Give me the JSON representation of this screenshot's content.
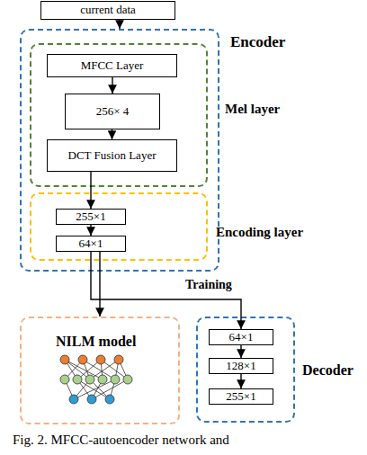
{
  "diagram": {
    "caption": "Fig. 2. MFCC-autoencoder network and",
    "nodes": [
      {
        "text": [
          "current data"
        ]
      },
      {
        "text": [
          "Encoder"
        ]
      },
      {
        "text": [
          "Mel layer"
        ],
        "in": 1
      },
      {
        "text": [
          "MFCC Layer"
        ],
        "in": 2
      },
      {
        "text": [
          "256× 4"
        ],
        "in": 2
      },
      {
        "text": [
          "DCT Fusion Layer"
        ],
        "in": 2
      },
      {
        "text": [
          "Encoding layer"
        ],
        "in": 1
      },
      {
        "text": [
          "255×1"
        ],
        "in": 6
      },
      {
        "text": [
          "64×1"
        ],
        "in": 6
      },
      {
        "text": [
          "NILM model"
        ]
      },
      {
        "text": [
          "Decoder"
        ]
      },
      {
        "text": [
          "64×1"
        ],
        "in": 10
      },
      {
        "text": [
          "128×1"
        ],
        "in": 10
      },
      {
        "text": [
          "255×1"
        ],
        "in": 10
      }
    ],
    "edges": [
      {
        "from": 0,
        "to": 1,
        "arrow": "to"
      },
      {
        "from": 3,
        "to": 4,
        "arrow": "to"
      },
      {
        "from": 4,
        "to": 5,
        "arrow": "to"
      },
      {
        "from": 5,
        "to": 7,
        "arrow": "to"
      },
      {
        "from": 7,
        "to": 8,
        "arrow": "to"
      },
      {
        "from": 8,
        "to": 9,
        "arrow": "to"
      },
      {
        "from": 8,
        "to": 11,
        "label": "Training",
        "arrow": "to"
      },
      {
        "from": 11,
        "to": 12,
        "arrow": "to"
      },
      {
        "from": 12,
        "to": 13,
        "arrow": "to"
      }
    ]
  }
}
